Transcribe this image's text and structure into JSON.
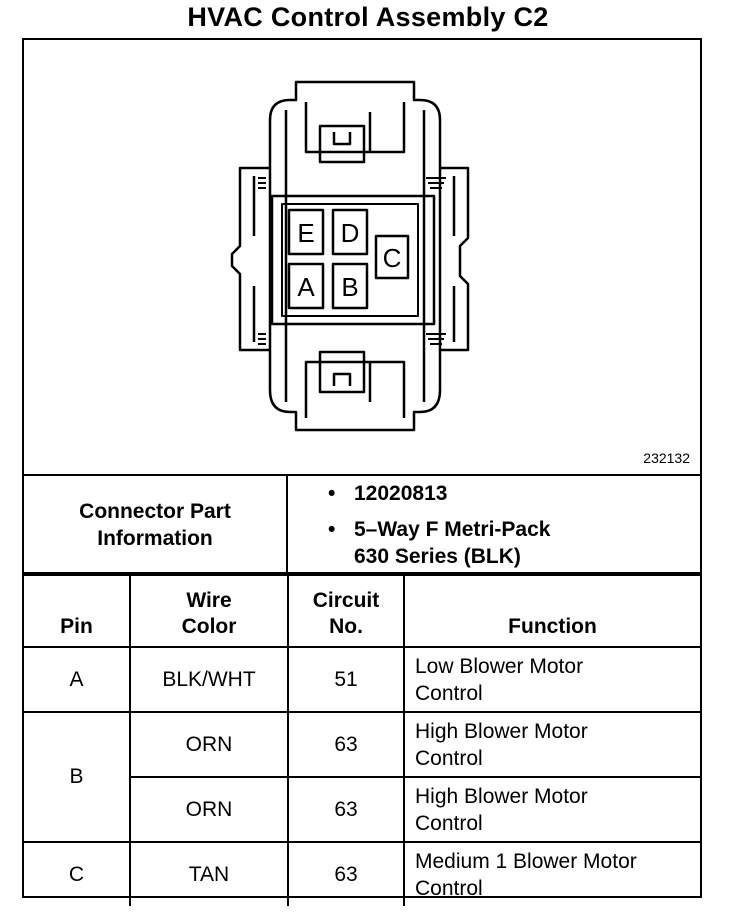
{
  "title": "HVAC Control Assembly C2",
  "diagram": {
    "reference_number": "232132",
    "pin_labels": {
      "E": "E",
      "D": "D",
      "C": "C",
      "A": "A",
      "B": "B"
    }
  },
  "connector_part_information": {
    "label_line1": "Connector Part",
    "label_line2": "Information",
    "bullet": "•",
    "part_number": "12020813",
    "description_line1": "5–Way F Metri-Pack",
    "description_line2": "630 Series (BLK)"
  },
  "table": {
    "headers": {
      "pin": "Pin",
      "wire_color_line1": "Wire",
      "wire_color_line2": "Color",
      "circuit_line1": "Circuit",
      "circuit_line2": "No.",
      "function": "Function"
    },
    "rows": [
      {
        "pin": "A",
        "wire_color": "BLK/WHT",
        "circuit": "51",
        "function_line1": "Low Blower Motor",
        "function_line2": "Control"
      },
      {
        "pin": "B",
        "wire_color": "ORN",
        "circuit": "63",
        "function_line1": "High Blower Motor",
        "function_line2": "Control"
      },
      {
        "pin": "",
        "wire_color": "ORN",
        "circuit": "63",
        "function_line1": "High Blower Motor",
        "function_line2": "Control"
      },
      {
        "pin": "C",
        "wire_color": "TAN",
        "circuit": "63",
        "function_line1": "Medium 1 Blower Motor",
        "function_line2": "Control"
      }
    ]
  }
}
